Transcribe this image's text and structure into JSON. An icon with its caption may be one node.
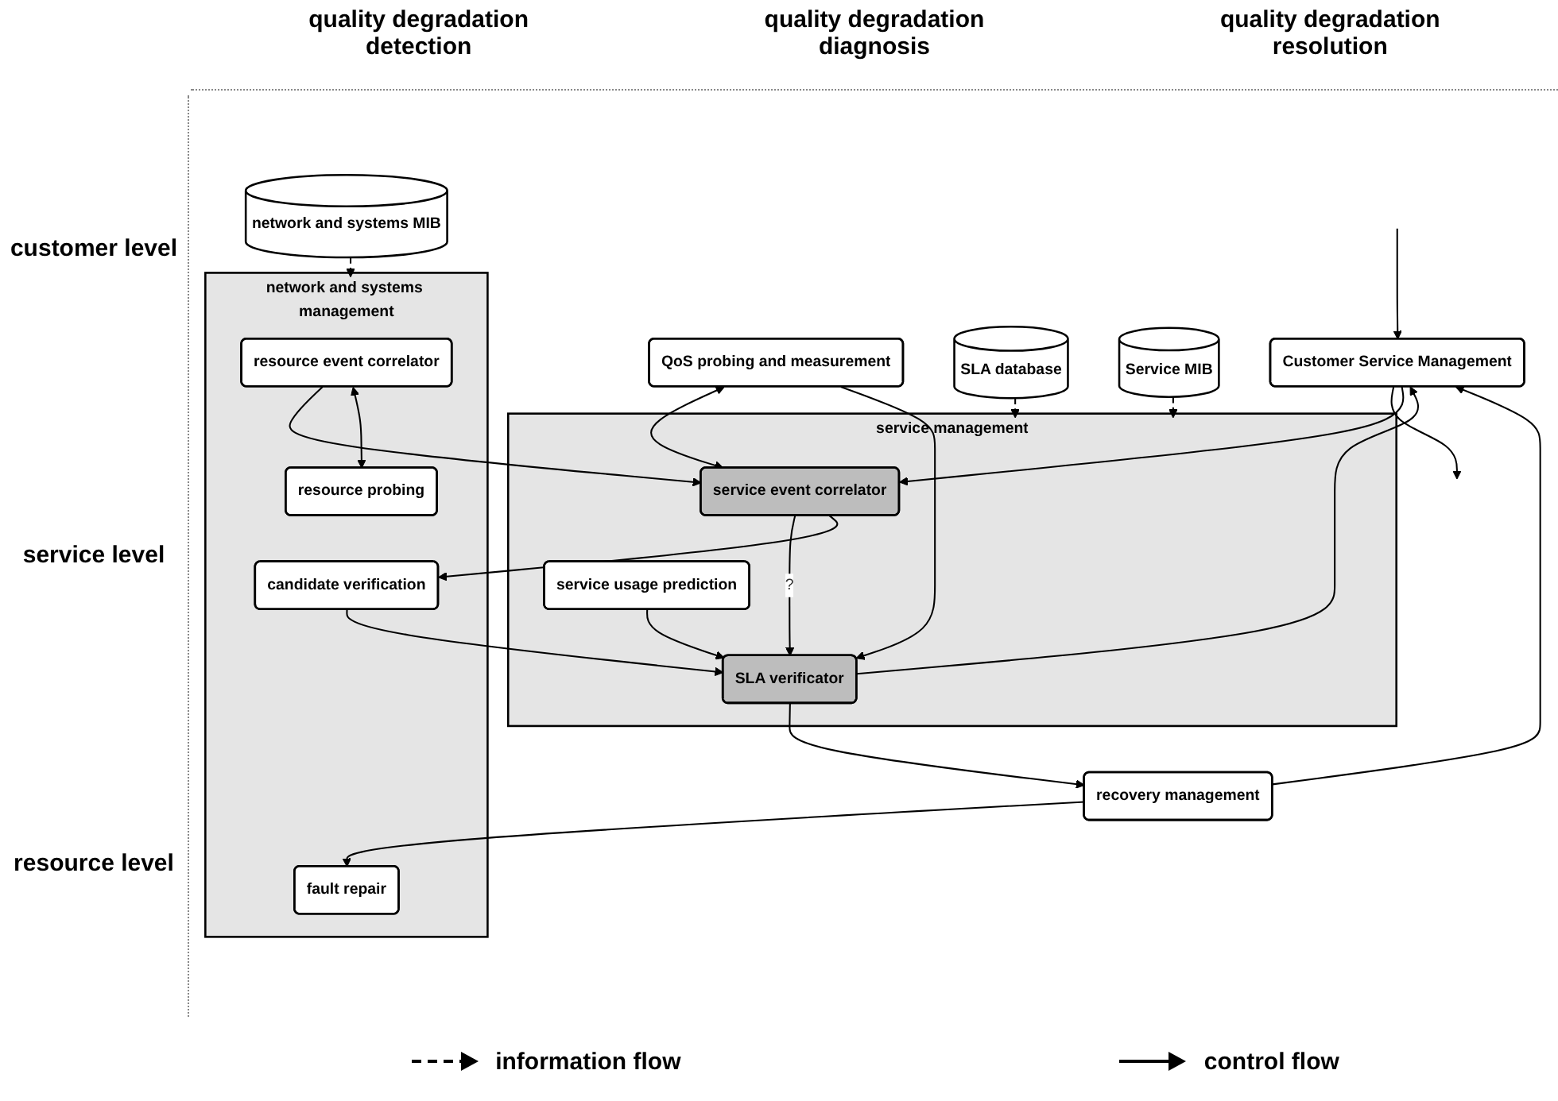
{
  "diagram": {
    "nodes": [
      {
        "text": [
          "Customer Service Management"
        ]
      },
      {
        "text": [
          "QoS probing and measurement"
        ]
      },
      {
        "text": [
          "SLA database"
        ]
      },
      {
        "text": [
          "service management"
        ]
      },
      {
        "text": [
          "service event correlator"
        ],
        "in": 3
      },
      {
        "text": [
          "SLA verificator"
        ],
        "in": 3
      },
      {
        "text": [
          "service usage prediction"
        ],
        "in": 3
      },
      {
        "text": [
          "Service MIB"
        ]
      },
      {
        "text": [
          "recovery management"
        ]
      },
      {
        "text": [
          "network and systems MIB"
        ]
      },
      {
        "text": [
          "network and systems management"
        ]
      },
      {
        "text": [
          "resource event correlator"
        ],
        "in": 10
      },
      {
        "text": [
          "candidate verification"
        ],
        "in": 10
      },
      {
        "text": [
          "fault repair"
        ],
        "in": 10
      },
      {
        "text": [
          "resource probing"
        ],
        "in": 10
      }
    ],
    "edges": [
      {
        "from": null,
        "to": 0,
        "arrow": "to"
      },
      {
        "from": 0,
        "to": null,
        "arrow": "to"
      },
      {
        "from": 0,
        "to": 4,
        "arrow": "to"
      },
      {
        "from": 1,
        "to": 4,
        "arrow": "both"
      },
      {
        "from": 1,
        "to": 5,
        "arrow": "to"
      },
      {
        "from": 5,
        "to": 0,
        "arrow": "to"
      },
      {
        "from": 6,
        "to": 5,
        "arrow": "to"
      },
      {
        "from": 4,
        "to": 5,
        "arrow": "to",
        "label": "?"
      },
      {
        "from": 5,
        "to": 8,
        "arrow": "to"
      },
      {
        "from": 8,
        "to": 0,
        "arrow": "to"
      },
      {
        "from": 2,
        "to": 3,
        "arrow": "to",
        "style": "dashed"
      },
      {
        "from": 7,
        "to": 3,
        "arrow": "to",
        "style": "dashed"
      },
      {
        "from": 11,
        "to": 4,
        "arrow": "to"
      },
      {
        "from": 12,
        "to": 5,
        "arrow": "to"
      },
      {
        "from": 4,
        "to": 12,
        "arrow": "to"
      },
      {
        "from": 8,
        "to": 13,
        "arrow": "to"
      },
      {
        "from": 9,
        "to": 10,
        "arrow": "to",
        "style": "dashed"
      },
      {
        "from": 11,
        "to": 14,
        "arrow": "both"
      }
    ],
    "labels": [
      "quality degradation detection",
      "quality degradation diagnosis",
      "quality degradation resolution",
      "customer level",
      "service level",
      "resource level"
    ],
    "legend": [
      {
        "text": "information flow"
      },
      {
        "text": "control flow"
      }
    ]
  }
}
